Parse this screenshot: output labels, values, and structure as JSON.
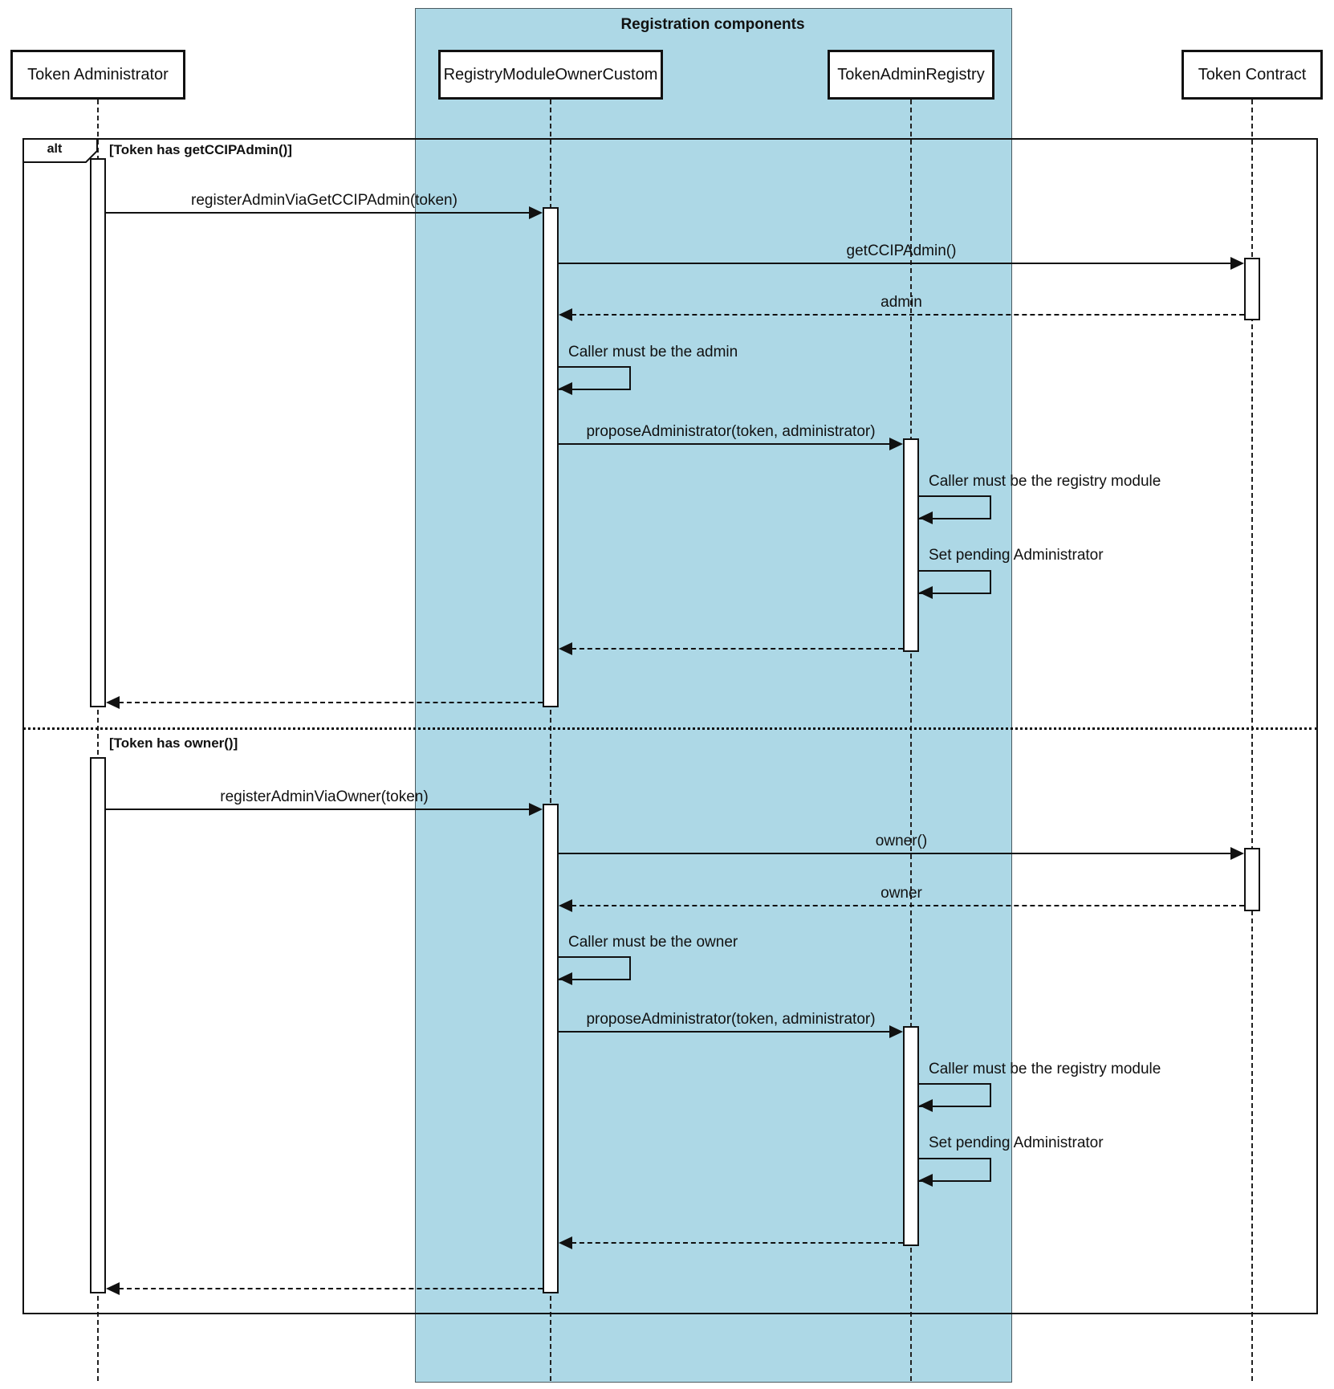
{
  "title": "Registration components",
  "participants": [
    {
      "name": "Token Administrator"
    },
    {
      "name": "RegistryModuleOwnerCustom"
    },
    {
      "name": "TokenAdminRegistry"
    },
    {
      "name": "Token Contract"
    }
  ],
  "frame": {
    "operator": "alt",
    "branch1": {
      "condition": "[Token has getCCIPAdmin()]",
      "msg_register": "registerAdminViaGetCCIPAdmin(token)",
      "msg_getccipadmin": "getCCIPAdmin()",
      "msg_admin_return": "admin",
      "msg_caller_admin": "Caller must be the admin",
      "msg_propose": "proposeAdministrator(token, administrator)",
      "msg_caller_registry": "Caller must be the registry module",
      "msg_set_pending": "Set pending Administrator"
    },
    "branch2": {
      "condition": "[Token has owner()]",
      "msg_register": "registerAdminViaOwner(token)",
      "msg_owner_call": "owner()",
      "msg_owner_return": "owner",
      "msg_caller_owner": "Caller must be the owner",
      "msg_propose": "proposeAdministrator(token, administrator)",
      "msg_caller_registry": "Caller must be the registry module",
      "msg_set_pending": "Set pending Administrator"
    }
  },
  "colors": {
    "container_fill": "#add8e6",
    "line": "#111111",
    "background": "#ffffff"
  }
}
